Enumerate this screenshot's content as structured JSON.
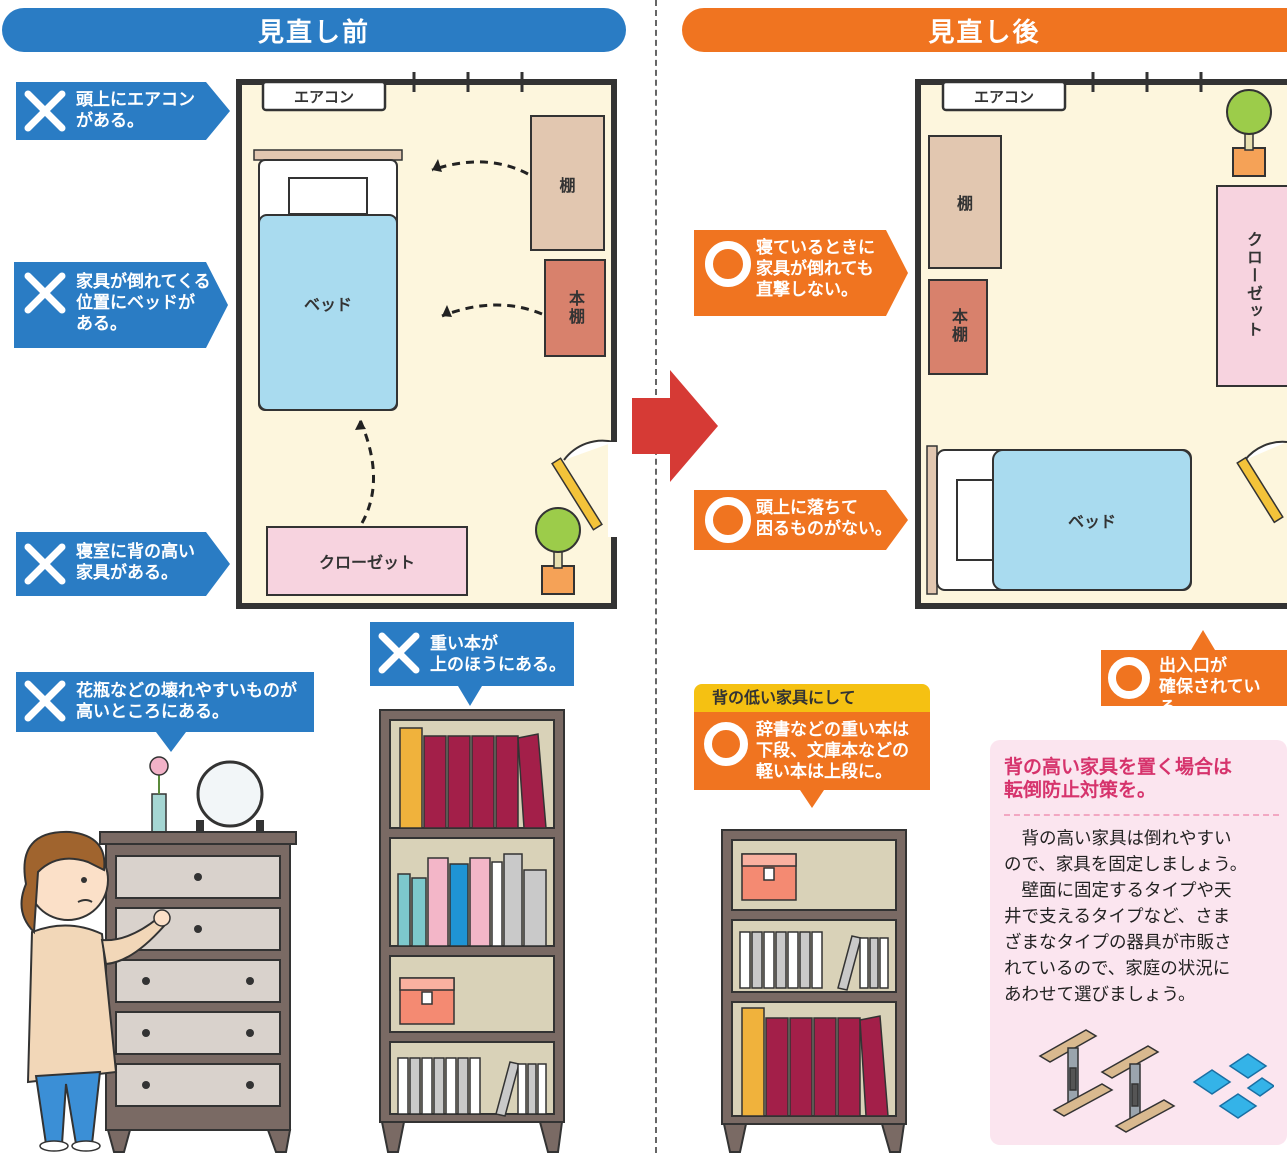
{
  "headers": {
    "before": "見直し前",
    "after": "見直し後"
  },
  "colors": {
    "before": "#2a7cc4",
    "after": "#f07420",
    "arrow": "#d63a35",
    "bed": "#a9dbef",
    "closet": "#f7d3df",
    "shelf": "#e2c7b0",
    "bookshelf": "#d8816c"
  },
  "before": {
    "callouts": [
      {
        "icon": "cross-icon",
        "text": "頭上にエアコン\nがある。"
      },
      {
        "icon": "cross-icon",
        "text": "家具が倒れてくる\n位置にベッドが\nある。"
      },
      {
        "icon": "cross-icon",
        "text": "寝室に背の高い\n家具がある。"
      },
      {
        "icon": "cross-icon",
        "text": "花瓶などの壊れやすいものが\n高いところにある。"
      },
      {
        "icon": "cross-icon",
        "text": "重い本が\n上のほうにある。"
      }
    ],
    "room": {
      "aircon": "エアコン",
      "shelf": "棚",
      "bookshelf": "本棚",
      "bed": "ベッド",
      "closet": "クローゼット"
    }
  },
  "after": {
    "callouts": [
      {
        "icon": "circle-icon",
        "text": "寝ているときに\n家具が倒れても\n直撃しない。"
      },
      {
        "icon": "circle-icon",
        "text": "頭上に落ちて\n困るものがない。"
      },
      {
        "icon": "circle-icon",
        "text": "出入口が\n確保されている。"
      },
      {
        "icon": "circle-icon",
        "text": "辞書などの重い本は\n下段、文庫本などの\n軽い本は上段に。"
      }
    ],
    "low_furniture_tag": "背の低い家具にして",
    "room": {
      "aircon": "エアコン",
      "shelf": "棚",
      "bookshelf": "本棚",
      "bed": "ベッド",
      "closet": "クローゼット"
    }
  },
  "tip": {
    "title": "背の高い家具を置く場合は\n転倒防止対策を。",
    "body": "　背の高い家具は倒れやすい\nので、家具を固定しましょう。\n　壁面に固定するタイプや天\n井で支えるタイプなど、さま\nざまなタイプの器具が市販さ\nれているので、家庭の状況に\nあわせて選びましょう。"
  }
}
